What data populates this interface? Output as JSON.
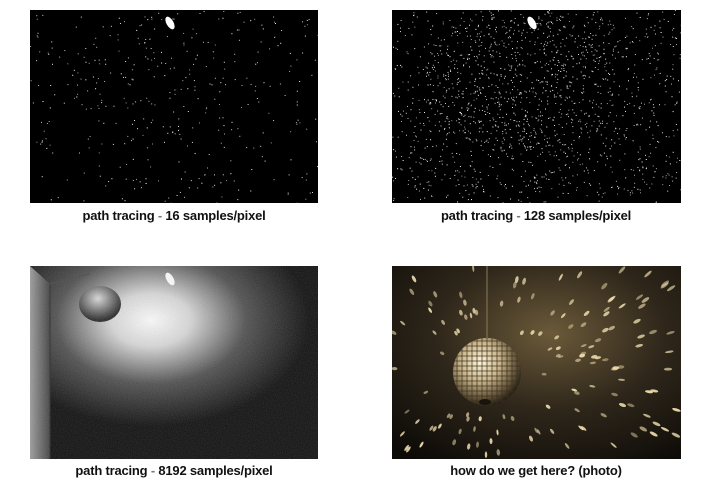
{
  "panels": [
    {
      "id": "16",
      "caption_prefix": "path tracing",
      "caption_sep": " - ",
      "caption_suffix": "16 samples/pixel",
      "noise_density": 0.06
    },
    {
      "id": "128",
      "caption_prefix": "path tracing",
      "caption_sep": " - ",
      "caption_suffix": "128 samples/pixel",
      "noise_density": 0.25
    },
    {
      "id": "8192",
      "caption_prefix": "path tracing",
      "caption_sep": " - ",
      "caption_suffix": "8192 samples/pixel"
    },
    {
      "id": "photo",
      "caption": "how do we get here? (photo)"
    }
  ],
  "colors": {
    "background": "#ffffff",
    "caption_text": "#111111",
    "separator": "#777777",
    "render_bg": "#000000",
    "photo_light": "#f0dfb0",
    "photo_dark": "#1a160f"
  }
}
